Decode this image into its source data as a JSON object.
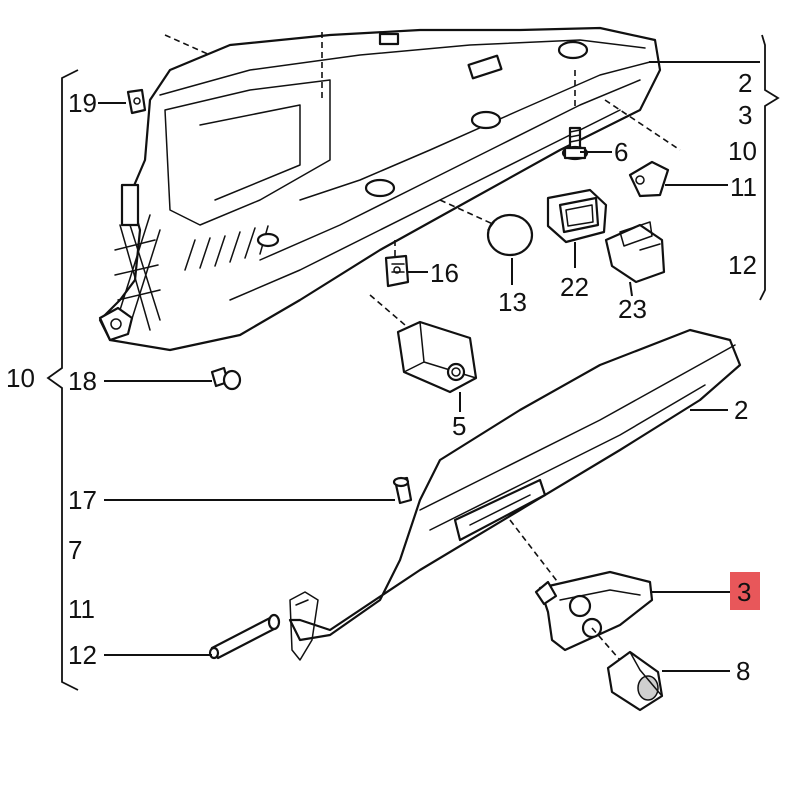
{
  "highlight_color": "#e8575a",
  "labels": {
    "l19": "19",
    "l2_top": "2",
    "l3_top": "3",
    "l10_right": "10",
    "l6": "6",
    "l11_right": "11",
    "l12_right": "12",
    "l16": "16",
    "l13": "13",
    "l22": "22",
    "l23": "23",
    "l10_left": "10",
    "l18": "18",
    "l5": "5",
    "l2_mid": "2",
    "l17": "17",
    "l7": "7",
    "l11_left": "11",
    "l12_left": "12",
    "l3_highlight": "3",
    "l8": "8"
  }
}
